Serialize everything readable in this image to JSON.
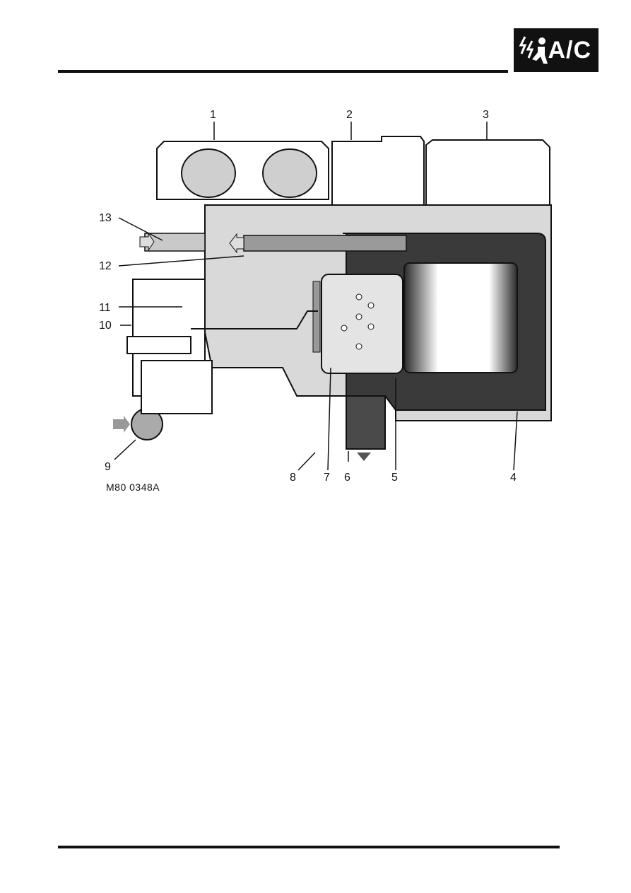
{
  "header": {
    "section_badge": "A/C",
    "badge_icon": "air-conditioning-icon"
  },
  "figure": {
    "reference_code": "M80 0348A",
    "callouts": [
      "1",
      "2",
      "3",
      "4",
      "5",
      "6",
      "7",
      "8",
      "9",
      "10",
      "11",
      "12",
      "13"
    ]
  }
}
